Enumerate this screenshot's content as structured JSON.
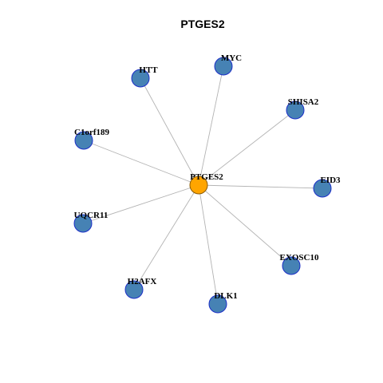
{
  "title": "PTGES2",
  "colors": {
    "center_fill": "#ffa500",
    "center_stroke": "#8b5a00",
    "node_fill": "#4682b4",
    "node_stroke": "#1c2fc8",
    "edge": "#b3b3b3"
  },
  "center": {
    "label": "PTGES2"
  },
  "nodes": [
    {
      "label": "MYC"
    },
    {
      "label": "HTT"
    },
    {
      "label": "SHISA2"
    },
    {
      "label": "C1orf189"
    },
    {
      "label": "EID3"
    },
    {
      "label": "UQCR11"
    },
    {
      "label": "EXOSC10"
    },
    {
      "label": "H2AFX"
    },
    {
      "label": "DLK1"
    }
  ]
}
